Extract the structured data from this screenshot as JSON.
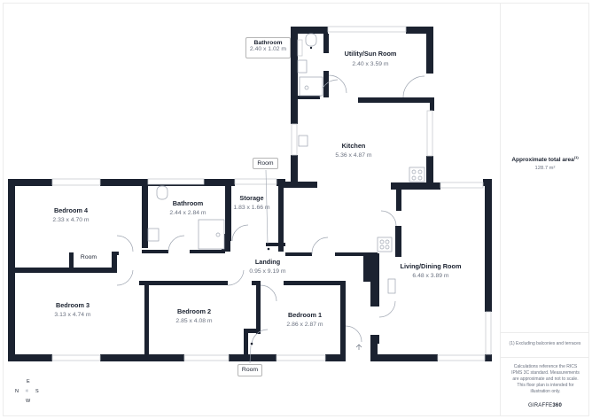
{
  "rooms": {
    "utility": {
      "name": "Utility/Sun Room",
      "dims": "2.40 x 3.59 m"
    },
    "bathroom_upper": {
      "name": "Bathroom",
      "dims": "2.40 x 1.02 m"
    },
    "kitchen": {
      "name": "Kitchen",
      "dims": "5.36 x 4.87 m"
    },
    "bedroom4": {
      "name": "Bedroom 4",
      "dims": "2.33 x 4.70 m"
    },
    "bathroom": {
      "name": "Bathroom",
      "dims": "2.44 x 2.84 m"
    },
    "storage": {
      "name": "Storage",
      "dims": "1.83 x 1.66 m"
    },
    "landing": {
      "name": "Landing",
      "dims": "0.95 x 9.19 m"
    },
    "living": {
      "name": "Living/Dining Room",
      "dims": "6.48 x 3.89 m"
    },
    "bedroom3": {
      "name": "Bedroom 3",
      "dims": "3.13 x 4.74 m"
    },
    "bedroom2": {
      "name": "Bedroom 2",
      "dims": "2.85 x 4.08 m"
    },
    "bedroom1": {
      "name": "Bedroom 1",
      "dims": "2.86 x 2.87 m"
    }
  },
  "callouts": {
    "room_top": "Room",
    "room_bed4": "Room",
    "room_bottom": "Room"
  },
  "summary": {
    "area_title": "Approximate total area",
    "area_footnote_mark": "(1)",
    "area_value": "128.7 m²",
    "footnote": "(1) Excluding balconies and terraces",
    "disclaimer": "Calculations reference the RICS IPMS 3C standard. Measurements are approximate and not to scale. This floor plan is intended for illustration only.",
    "brand_light": "GIRAFFE",
    "brand_bold": "360"
  },
  "compass": {
    "top": "E",
    "left": "N",
    "right": "S",
    "bottom": "W"
  },
  "colors": {
    "wall": "#1b2230",
    "window": "#c9ccd1",
    "text_dim": "#6b7280",
    "border": "#ececec"
  }
}
